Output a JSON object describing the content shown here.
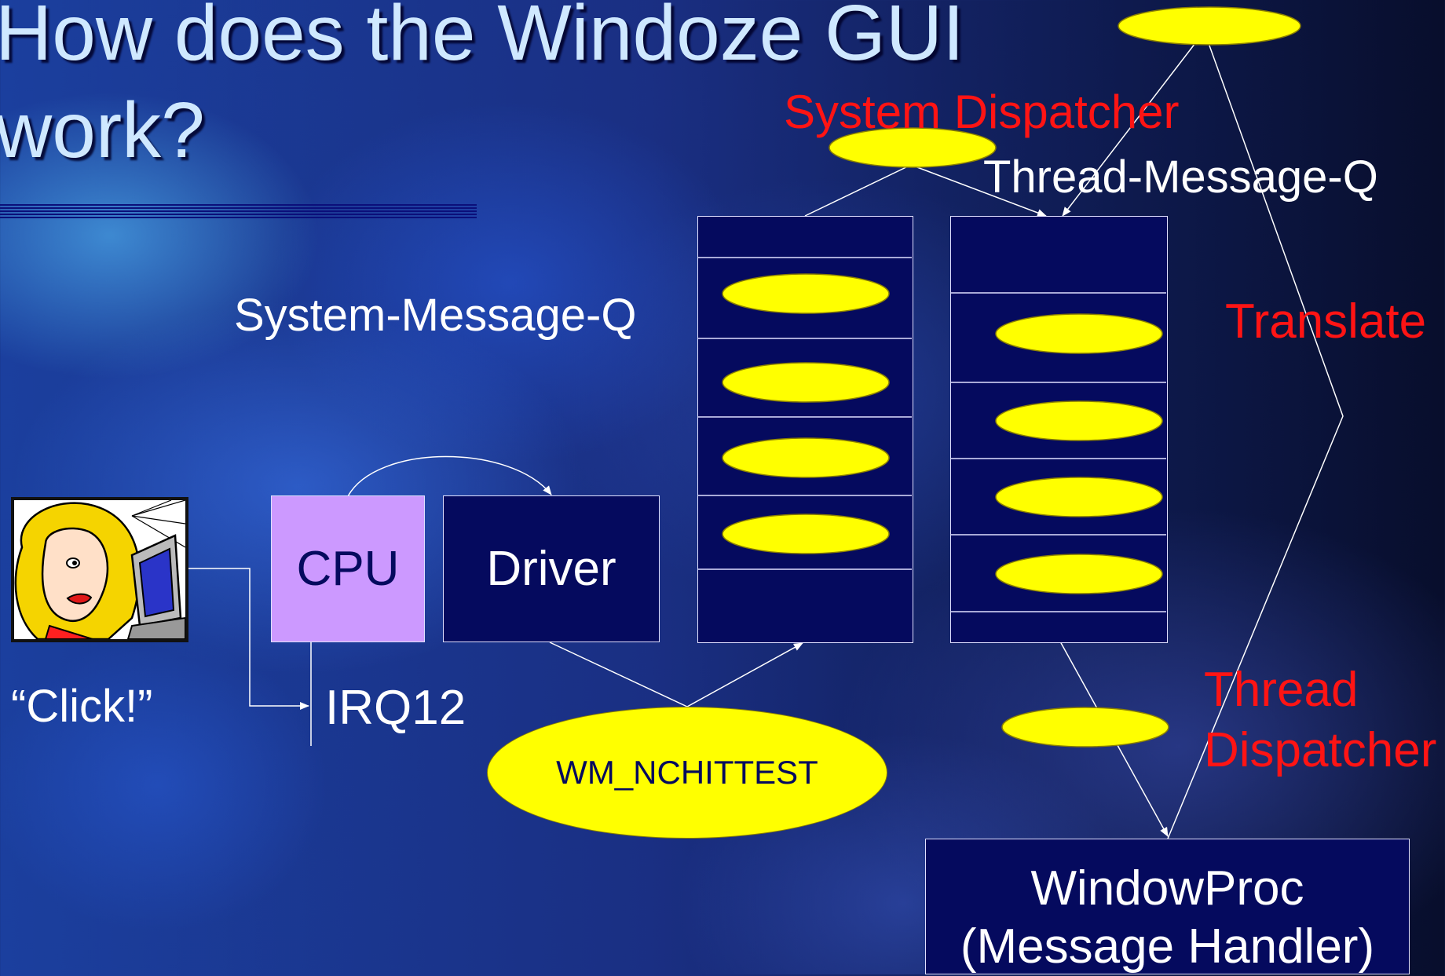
{
  "title": "How does the Windoze GUI work?",
  "labels": {
    "system_dispatcher": "System Dispatcher",
    "thread_message_q": "Thread-Message-Q",
    "system_message_q": "System-Message-Q",
    "translate": "Translate",
    "thread_dispatcher_line1": "Thread",
    "thread_dispatcher_line2": "Dispatcher",
    "click": "“Click!”",
    "irq": "IRQ12"
  },
  "boxes": {
    "cpu": "CPU",
    "driver": "Driver",
    "window_proc_line1": "WindowProc",
    "window_proc_line2": "(Message Handler)"
  },
  "messages": {
    "wm_nchittest": "WM_NCHITTEST"
  },
  "colors": {
    "message_yellow": "#ffff00",
    "queue_navy": "#050a5e",
    "cpu_lavender": "#cc99ff",
    "label_red": "#ff1414"
  },
  "icons": {
    "user": "woman-at-computer-icon"
  }
}
